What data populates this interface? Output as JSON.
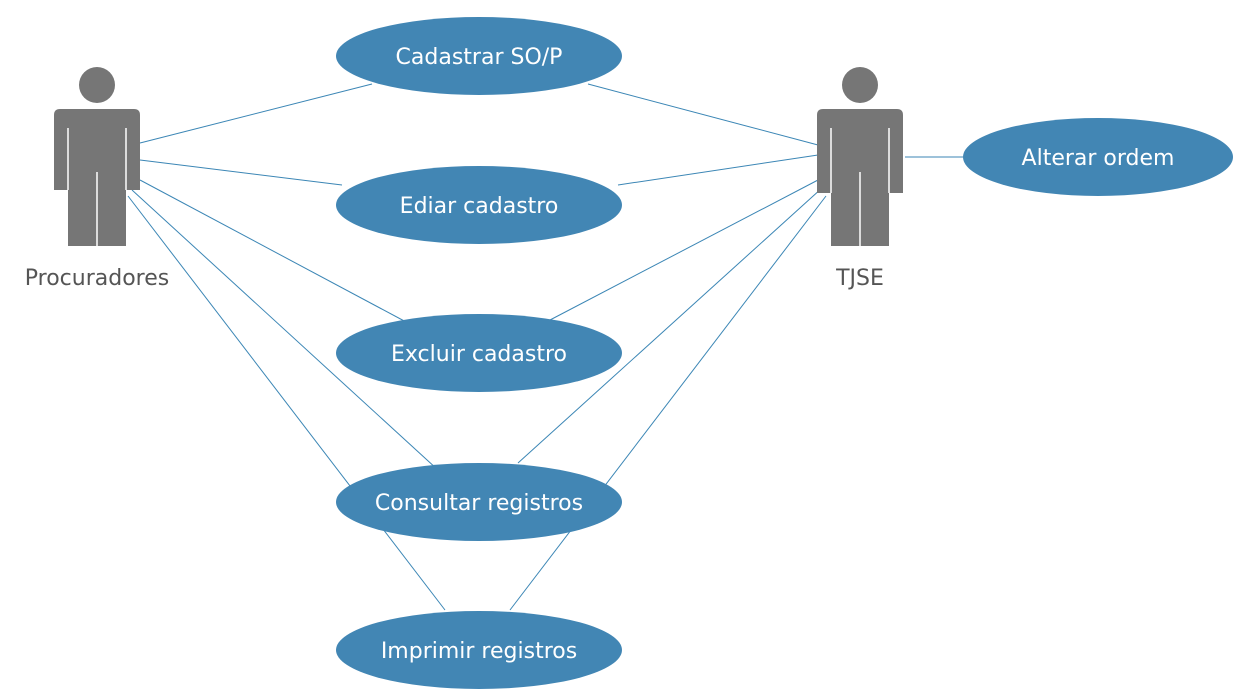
{
  "actors": {
    "procuradores": {
      "label": "Procuradores"
    },
    "tjse": {
      "label": "TJSE"
    }
  },
  "use_cases": {
    "cadastrar": {
      "label": "Cadastrar SO/P"
    },
    "editar": {
      "label": "Ediar cadastro"
    },
    "excluir": {
      "label": "Excluir cadastro"
    },
    "consultar": {
      "label": "Consultar registros"
    },
    "imprimir": {
      "label": "Imprimir registros"
    },
    "alterar": {
      "label": "Alterar ordem"
    }
  },
  "colors": {
    "use_case_fill": "#4286b4",
    "actor_fill": "#767676",
    "actor_line": "#ffffff",
    "association_line": "#3b86b5"
  }
}
